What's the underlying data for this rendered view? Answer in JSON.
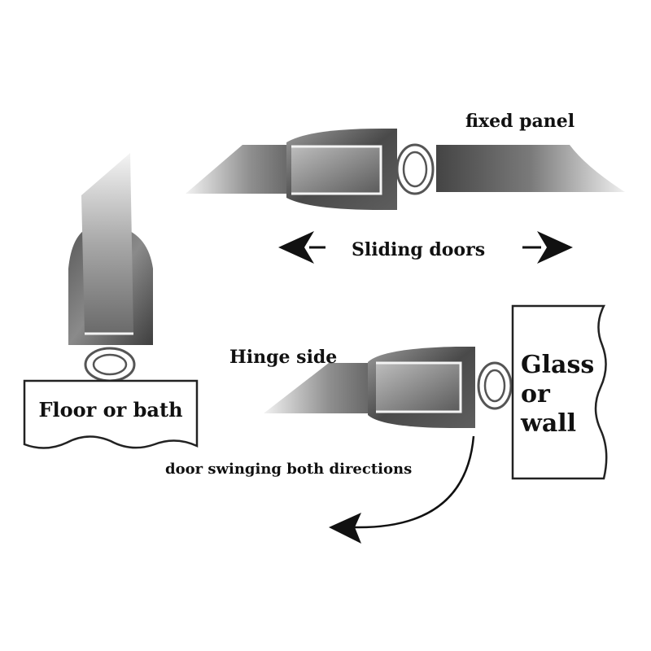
{
  "labels": {
    "fixed_panel": "fixed panel",
    "sliding_doors": "Sliding doors",
    "hinge_side": "Hinge side",
    "glass_or_wall_line1": "Glass",
    "glass_or_wall_line2": "or",
    "glass_or_wall_line3": "wall",
    "floor_or_bath": "Floor or bath",
    "door_swinging": "door swinging both directions"
  },
  "colors": {
    "seal_dark": "#3a3a3a",
    "seal_mid": "#8a8a8a",
    "glass_light": "#e8e8e8",
    "outline": "#222222",
    "arrow": "#111111"
  }
}
